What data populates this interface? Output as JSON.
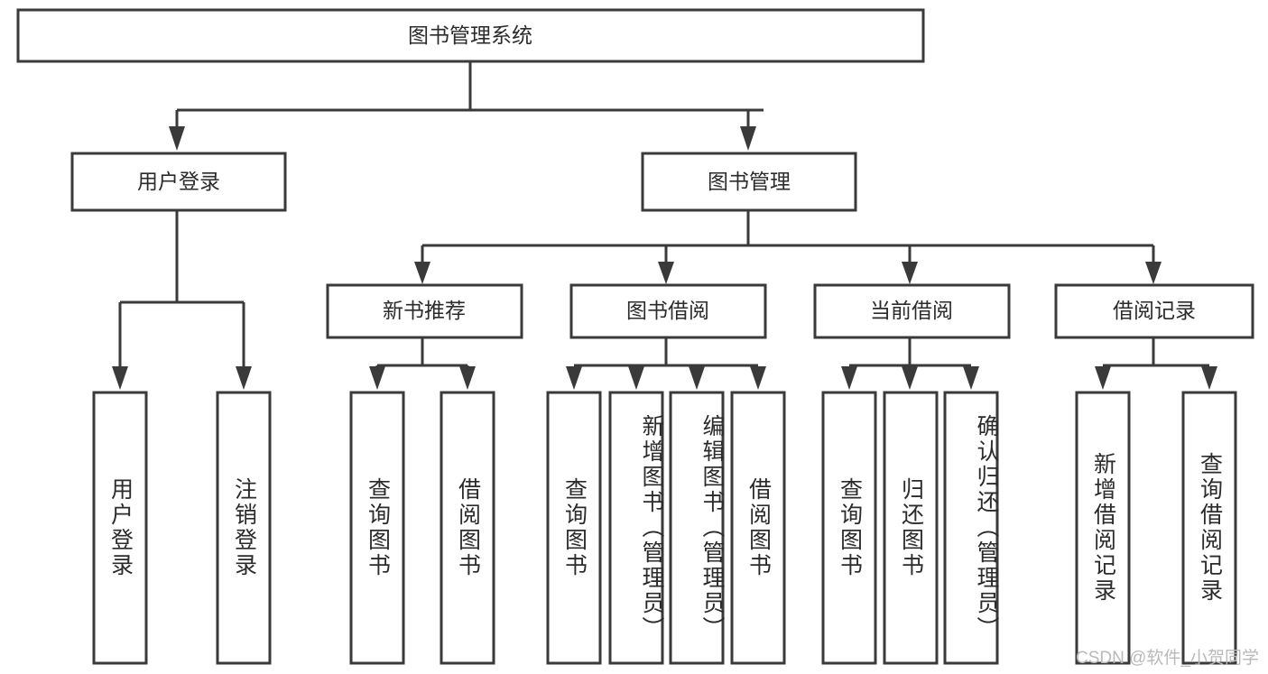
{
  "diagram": {
    "title": "图书管理系统",
    "type": "tree-hierarchy-flowchart",
    "root": {
      "id": "root",
      "label": "图书管理系统"
    },
    "level1": [
      {
        "id": "user-login",
        "label": "用户登录"
      },
      {
        "id": "book-management",
        "label": "图书管理"
      }
    ],
    "level2": [
      {
        "id": "new-book-recommend",
        "label": "新书推荐",
        "parent": "book-management"
      },
      {
        "id": "book-borrow",
        "label": "图书借阅",
        "parent": "book-management"
      },
      {
        "id": "current-borrow",
        "label": "当前借阅",
        "parent": "book-management"
      },
      {
        "id": "borrow-record",
        "label": "借阅记录",
        "parent": "book-management"
      }
    ],
    "leaves": {
      "user-login": [
        {
          "id": "leaf-user-login",
          "label": "用户登录"
        },
        {
          "id": "leaf-logout-login",
          "label": "注销登录"
        }
      ],
      "new-book-recommend": [
        {
          "id": "leaf-query-book-1",
          "label": "查询图书"
        },
        {
          "id": "leaf-borrow-book-1",
          "label": "借阅图书"
        }
      ],
      "book-borrow": [
        {
          "id": "leaf-query-book-2",
          "label": "查询图书"
        },
        {
          "id": "leaf-add-book",
          "label": "新增图书（管理员）"
        },
        {
          "id": "leaf-edit-book",
          "label": "编辑图书（管理员）"
        },
        {
          "id": "leaf-borrow-book-2",
          "label": "借阅图书"
        }
      ],
      "current-borrow": [
        {
          "id": "leaf-query-book-3",
          "label": "查询图书"
        },
        {
          "id": "leaf-return-book",
          "label": "归还图书"
        },
        {
          "id": "leaf-confirm-return",
          "label": "确认归还（管理员）"
        }
      ],
      "borrow-record": [
        {
          "id": "leaf-add-record",
          "label": "新增借阅记录"
        },
        {
          "id": "leaf-query-record",
          "label": "查询借阅记录"
        }
      ]
    },
    "colors": {
      "stroke": "#3a3a3a",
      "box_fill": "#ffffff",
      "text": "#2b2b2b",
      "background": "#ffffff",
      "watermark": "#b9b9b9"
    }
  },
  "watermark": {
    "text": "CSDN @软件_小贺同学"
  }
}
